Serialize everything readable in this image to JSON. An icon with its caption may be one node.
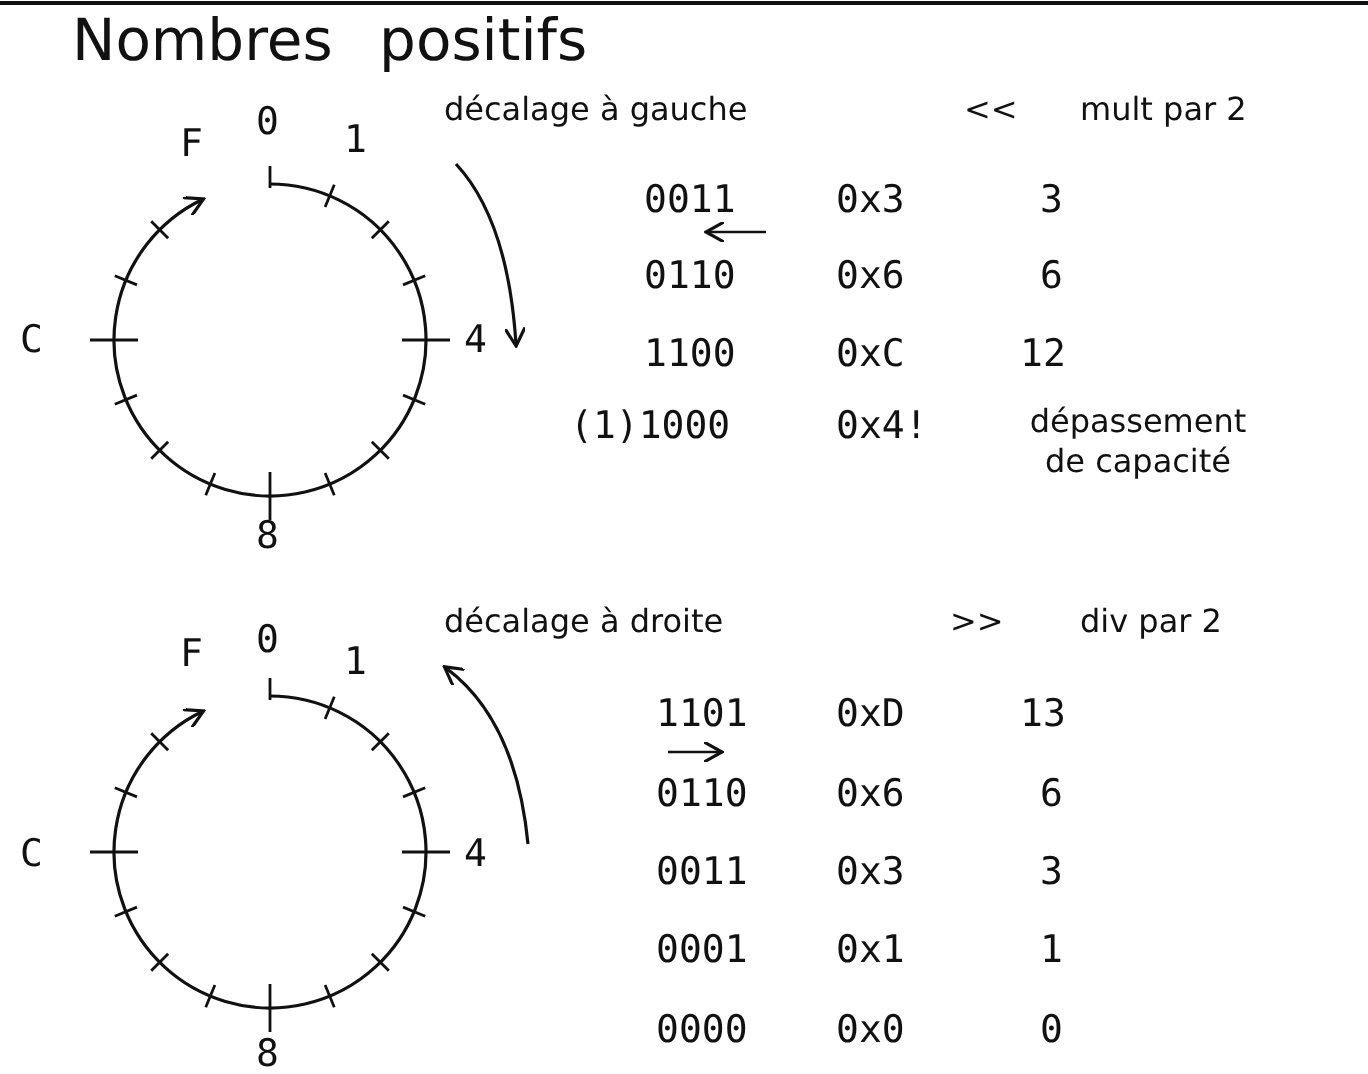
{
  "diagram": {
    "title": "Nombres positifs",
    "labels": [
      "F",
      "0",
      "1",
      "décalage à gauche",
      "<<",
      "mult par 2",
      "0011",
      "0x3",
      "3",
      "0110",
      "0x6",
      "6",
      "C",
      "4",
      "1100",
      "0xC",
      "12",
      "(1)1000",
      "0x4!",
      "dépassement de capacité",
      "8",
      "F",
      "0",
      "1",
      "décalage à droite",
      ">>",
      "div par 2",
      "1101",
      "0xD",
      "13",
      "0110",
      "0x6",
      "6",
      "C",
      "4",
      "0011",
      "0x3",
      "3",
      "0001",
      "0x1",
      "1",
      "0000",
      "0x0",
      "0",
      "8"
    ]
  }
}
